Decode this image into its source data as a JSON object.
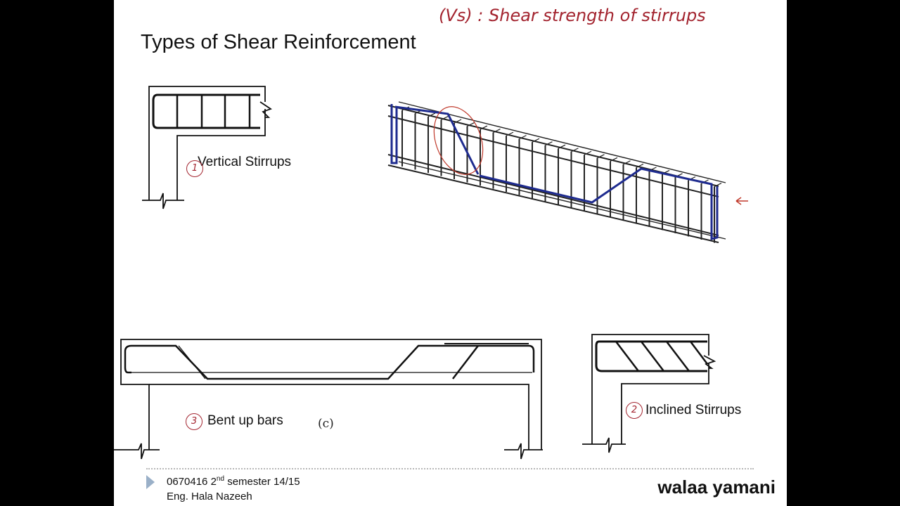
{
  "slide": {
    "title": "Types of Shear Reinforcement",
    "annotation": "(Vs) : Shear strength of stirrups",
    "labels": {
      "vertical": "Vertical Stirrups",
      "bent": "Bent up bars",
      "inclined": "Inclined Stirrups",
      "figure_c": "(c)"
    },
    "markers": {
      "vertical": "1",
      "inclined": "2",
      "bent": "3"
    }
  },
  "footer": {
    "course_code": "0670416 2",
    "superscript": "nd",
    "semester": " semester 14/15",
    "instructor": "Eng. Hala Nazeeh"
  },
  "watermark": "walaa yamani",
  "colors": {
    "background": "#ffffff",
    "letterbox": "#000000",
    "ink": "#111111",
    "annotation": "#a3242f",
    "highlight_bar": "#1e2b8f",
    "footer_arrow": "#9ab0c8"
  }
}
